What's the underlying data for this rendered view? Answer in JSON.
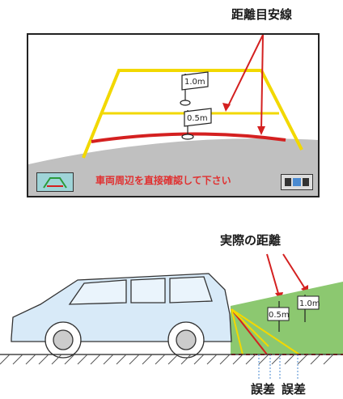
{
  "top_callout": {
    "label": "距離目安線"
  },
  "screen": {
    "flag_far": "1.0m",
    "flag_near": "0.5m",
    "warning_text": "車両周辺を直接確認して下さい",
    "colors": {
      "guide_yellow": "#f2d800",
      "guide_red": "#d42020",
      "warning": "#e03030",
      "bottom_bar": "#b8b8b8"
    },
    "icons": {
      "left": "camera-guide-icon",
      "right": "view-mode-icon"
    }
  },
  "bottom_diagram": {
    "callout": "実際の距離",
    "flag_near": "0.5m",
    "flag_far": "1.0m",
    "error_labels": [
      "誤差",
      "誤差"
    ],
    "colors": {
      "ground_green": "#8cc870",
      "car_body": "#d8eaf8"
    }
  }
}
